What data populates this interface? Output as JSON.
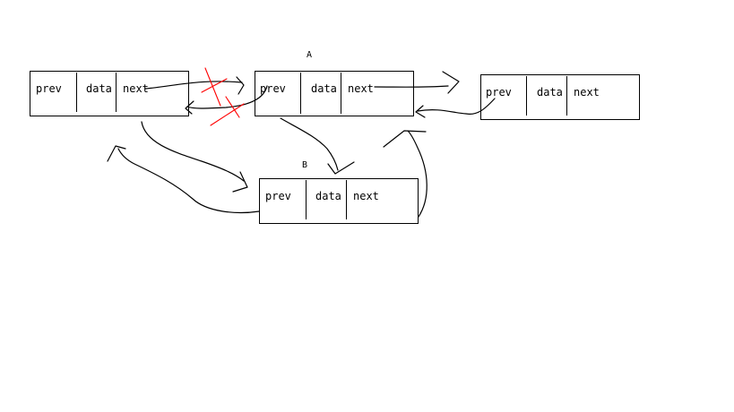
{
  "labels": {
    "a": "A",
    "b": "B"
  },
  "nodes": {
    "left": {
      "prev": "prev",
      "data": "data",
      "next": "next"
    },
    "a": {
      "prev": "prev",
      "data": "data",
      "next": "next"
    },
    "right": {
      "prev": "prev",
      "data": "data",
      "next": "next"
    },
    "b": {
      "prev": "prev",
      "data": "data",
      "next": "next"
    }
  },
  "colors": {
    "stroke": "#000000",
    "cross": "#ff0000",
    "background": "#ffffff"
  }
}
